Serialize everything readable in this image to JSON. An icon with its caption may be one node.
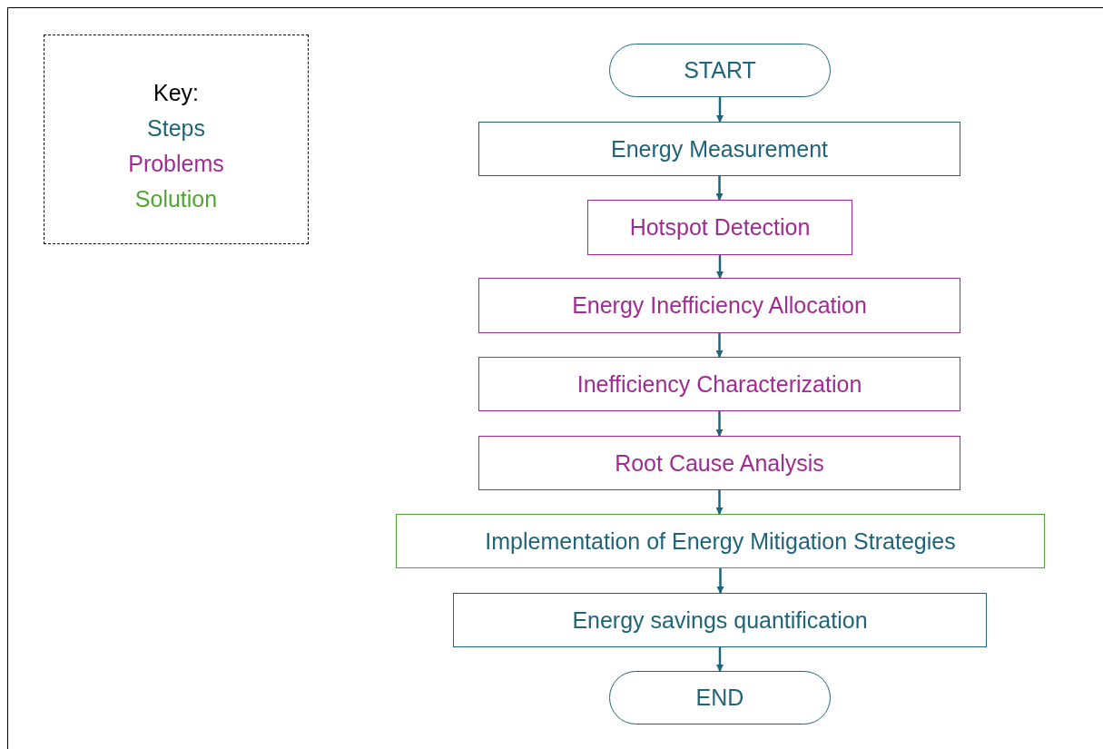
{
  "diagram": {
    "nodes": [
      {
        "text": [
          "START"
        ]
      },
      {
        "text": [
          "Energy Measurement"
        ]
      },
      {
        "text": [
          "Hotspot Detection"
        ]
      },
      {
        "text": [
          "Energy Inefficiency Allocation"
        ]
      },
      {
        "text": [
          "Inefficiency Characterization"
        ]
      },
      {
        "text": [
          "Root Cause Analysis"
        ]
      },
      {
        "text": [
          "Implementation of Energy Mitigation Strategies"
        ]
      },
      {
        "text": [
          "Energy savings quantification"
        ]
      },
      {
        "text": [
          "END"
        ]
      }
    ],
    "edges": [
      {
        "from": 0,
        "to": 1,
        "arrow": "to"
      },
      {
        "from": 1,
        "to": 2,
        "arrow": "to"
      },
      {
        "from": 2,
        "to": 3,
        "arrow": "to"
      },
      {
        "from": 3,
        "to": 4,
        "arrow": "to"
      },
      {
        "from": 4,
        "to": 5,
        "arrow": "to"
      },
      {
        "from": 5,
        "to": 6,
        "arrow": "to"
      },
      {
        "from": 6,
        "to": 7,
        "arrow": "to"
      },
      {
        "from": 7,
        "to": 8,
        "arrow": "to"
      }
    ],
    "labels": [
      "Key:"
    ],
    "legend": [
      {
        "text": "Steps",
        "color": "#1f6478"
      },
      {
        "text": "Problems",
        "color": "#a02b93"
      },
      {
        "text": "Solution",
        "color": "#4ea72e"
      }
    ]
  }
}
